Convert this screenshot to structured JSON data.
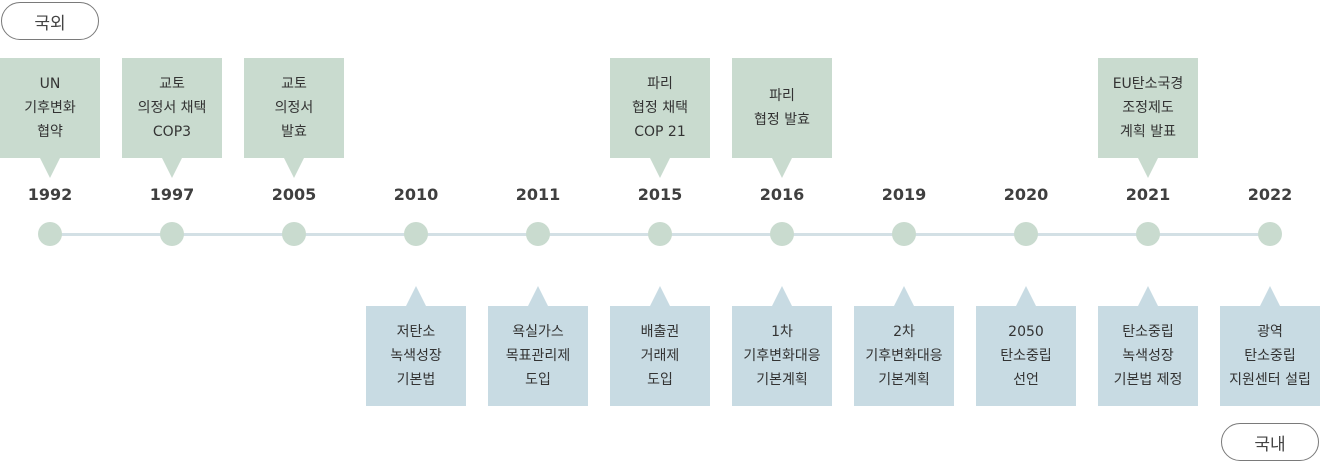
{
  "labels": {
    "international": "국외",
    "domestic": "국내"
  },
  "years": [
    "1992",
    "1997",
    "2005",
    "2010",
    "2011",
    "2015",
    "2016",
    "2019",
    "2020",
    "2021",
    "2022"
  ],
  "international_events": [
    {
      "year": "1992",
      "text": "UN\n기후변화\n협약"
    },
    {
      "year": "1997",
      "text": "교토\n의정서 채택\nCOP3"
    },
    {
      "year": "2005",
      "text": "교토\n의정서\n발효"
    },
    {
      "year": "2015",
      "text": "파리\n협정 채택\nCOP 21"
    },
    {
      "year": "2016",
      "text": "파리\n협정 발효"
    },
    {
      "year": "2021",
      "text": "EU탄소국경\n조정제도\n계획 발표"
    }
  ],
  "domestic_events": [
    {
      "year": "2010",
      "text": "저탄소\n녹색성장\n기본법"
    },
    {
      "year": "2011",
      "text": "욕실가스\n목표관리제\n도입"
    },
    {
      "year": "2015",
      "text": "배출권\n거래제\n도입"
    },
    {
      "year": "2016",
      "text": "1차\n기후변화대응\n기본계획"
    },
    {
      "year": "2019",
      "text": "2차\n기후변화대응\n기본계획"
    },
    {
      "year": "2020",
      "text": "2050\n탄소중립\n선언"
    },
    {
      "year": "2021",
      "text": "탄소중립\n녹색성장\n기본법 제정"
    },
    {
      "year": "2022",
      "text": "광역\n탄소중립\n지원센터 설립"
    }
  ]
}
